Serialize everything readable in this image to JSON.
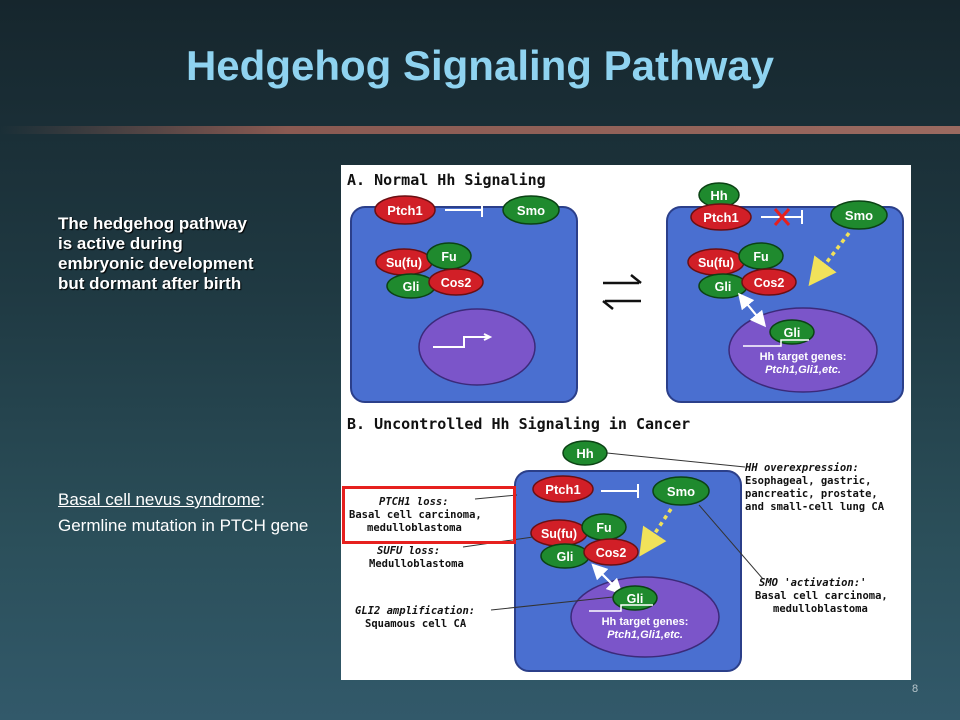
{
  "title": "Hedgehog Signaling Pathway",
  "intro_lines": [
    "The hedgehog pathway",
    "is active during",
    "embryonic development",
    "but dormant after birth"
  ],
  "bcns": {
    "term": "Basal cell nevus syndrome",
    "colon": ":",
    "text": " Germline mutation in PTCH gene"
  },
  "figure": {
    "panel_a_title": "A. Normal Hh Signaling",
    "panel_b_title": "B. Uncontrolled Hh Signaling in Cancer",
    "labels": {
      "ptch1": "Ptch1",
      "smo": "Smo",
      "sufu": "Su(fu)",
      "fu": "Fu",
      "gli": "Gli",
      "cos2": "Cos2",
      "hh": "Hh"
    },
    "target_genes_line1": "Hh target genes:",
    "target_genes_line2": "Ptch1,Gli1,etc.",
    "annotations": {
      "hh_over_title": "HH overexpression:",
      "hh_over_l1": "Esophageal, gastric,",
      "hh_over_l2": "pancreatic, prostate,",
      "hh_over_l3": "and small-cell lung CA",
      "ptch1_loss_title": "PTCH1 loss:",
      "ptch1_loss_l1": "Basal cell carcinoma,",
      "ptch1_loss_l2": "medulloblastoma",
      "sufu_loss_title": "SUFU loss:",
      "sufu_loss_l1": "Medulloblastoma",
      "smo_act_title": "SMO 'activation:'",
      "smo_act_l1": "Basal cell carcinoma,",
      "smo_act_l2": "medulloblastoma",
      "gli2_amp_title": "GLI2 amplification:",
      "gli2_amp_l1": "Squamous cell CA"
    }
  },
  "page_number": "8",
  "colors": {
    "title": "#8fd3f0",
    "cell_fill": "#4a6fd0",
    "nucleus_fill": "#7b55c9",
    "red_protein": "#d11f27",
    "green_protein": "#1f8a2e",
    "highlight_box": "#e6201e"
  }
}
